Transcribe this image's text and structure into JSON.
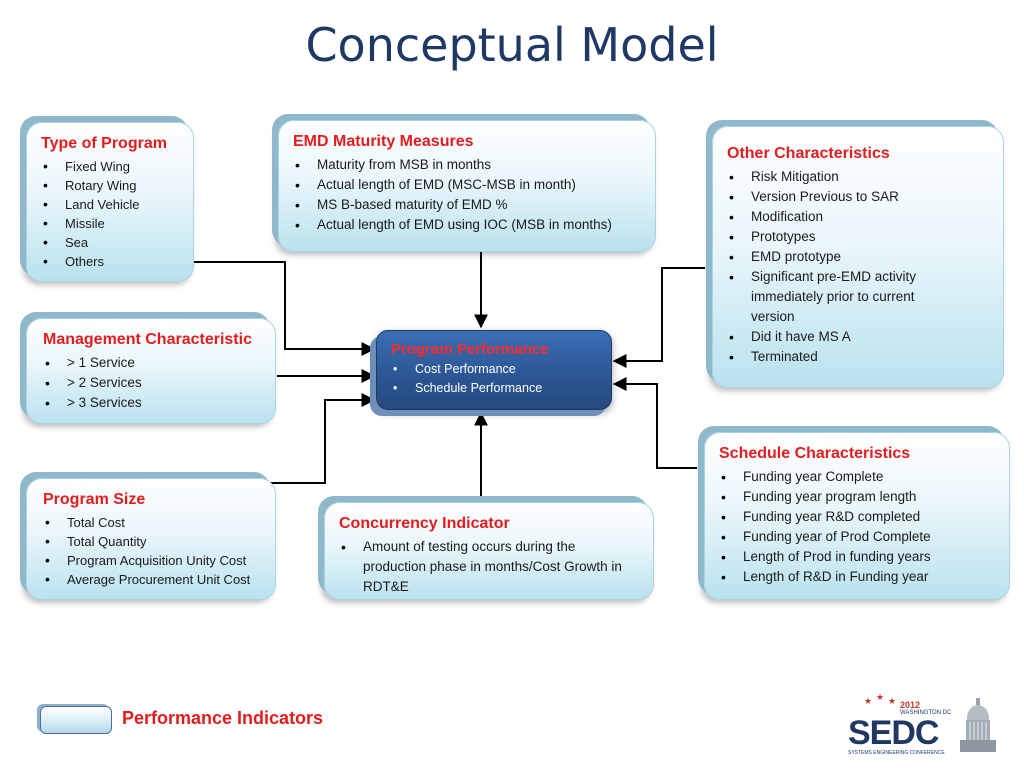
{
  "title": "Conceptual Model",
  "boxes": {
    "type_of_program": {
      "heading": "Type of Program",
      "items": [
        "Fixed Wing",
        "Rotary Wing",
        "Land Vehicle",
        "Missile",
        "Sea",
        "Others"
      ]
    },
    "emd_maturity": {
      "heading": "EMD Maturity Measures",
      "items": [
        "Maturity from MSB in months",
        "Actual length of EMD (MSC-MSB in month)",
        "MS B-based maturity of EMD %",
        "Actual length of EMD using IOC (MSB in months)"
      ]
    },
    "other_characteristics": {
      "heading": "Other Characteristics",
      "items": [
        "Risk Mitigation",
        "Version Previous to SAR",
        "Modification",
        "Prototypes",
        "EMD prototype",
        "Significant pre-EMD activity immediately prior to current version",
        "Did it have MS A",
        "Terminated"
      ]
    },
    "management": {
      "heading": "Management Characteristic",
      "items": [
        "> 1 Service",
        "> 2 Services",
        "> 3 Services"
      ]
    },
    "program_performance": {
      "heading": "Program Performance",
      "items": [
        "Cost Performance",
        "Schedule Performance"
      ]
    },
    "schedule_characteristics": {
      "heading": "Schedule Characteristics",
      "items": [
        "Funding year Complete",
        "Funding year program length",
        "Funding year R&D completed",
        "Funding year of Prod Complete",
        "Length of Prod in funding years",
        "Length of R&D in Funding year"
      ]
    },
    "program_size": {
      "heading": "Program Size",
      "items": [
        "Total Cost",
        "Total Quantity",
        "Program Acquisition Unity Cost",
        "Average Procurement Unit Cost"
      ]
    },
    "concurrency": {
      "heading": "Concurrency Indicator",
      "items": [
        "Amount of testing occurs during the production phase in months/Cost Growth in RDT&E"
      ]
    }
  },
  "legend": {
    "label": "Performance Indicators"
  },
  "logo": {
    "year": "2012",
    "city": "WASHINGTON DC",
    "brand": "SEDC",
    "subtitle": "SYSTEMS ENGINEERING CONFERENCE"
  },
  "colors": {
    "title": "#1f3864",
    "heading_red": "#e31d1d",
    "center_box": "#2d5998",
    "light_box": "#b9e2ee"
  }
}
